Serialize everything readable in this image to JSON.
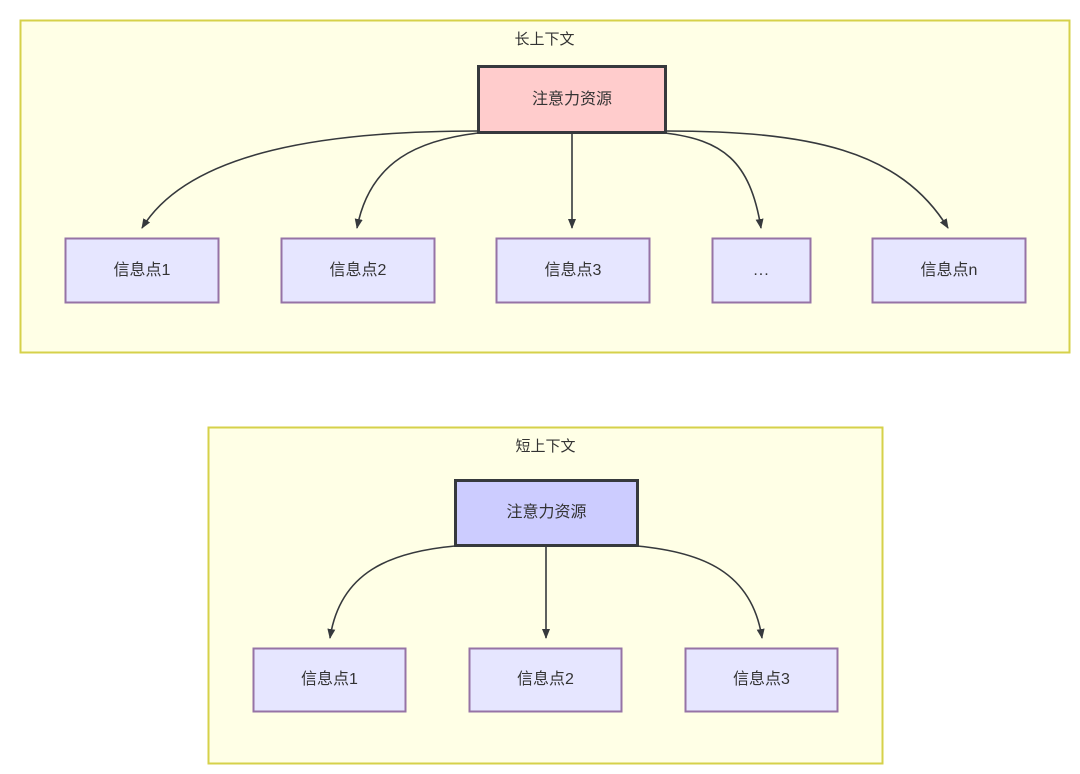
{
  "diagram": {
    "type": "tree-diagram",
    "background": "#ffffff",
    "palette": {
      "group_fill": "#ffffe6",
      "group_stroke": "#d6d14a",
      "attention_long_fill": "#ffcccc",
      "attention_long_stroke": "#36393d",
      "attention_short_fill": "#ccccff",
      "attention_short_stroke": "#36393d",
      "info_fill": "#e6e6ff",
      "info_stroke": "#9673a6",
      "edge_stroke": "#36393d",
      "text_color": "#333333"
    },
    "groups": [
      {
        "id": "long-context",
        "title": "长上下文",
        "root": {
          "label": "注意力资源"
        },
        "children": [
          {
            "label": "信息点1"
          },
          {
            "label": "信息点2"
          },
          {
            "label": "信息点3"
          },
          {
            "label": "..."
          },
          {
            "label": "信息点n"
          }
        ]
      },
      {
        "id": "short-context",
        "title": "短上下文",
        "root": {
          "label": "注意力资源"
        },
        "children": [
          {
            "label": "信息点1"
          },
          {
            "label": "信息点2"
          },
          {
            "label": "信息点3"
          }
        ]
      }
    ]
  }
}
